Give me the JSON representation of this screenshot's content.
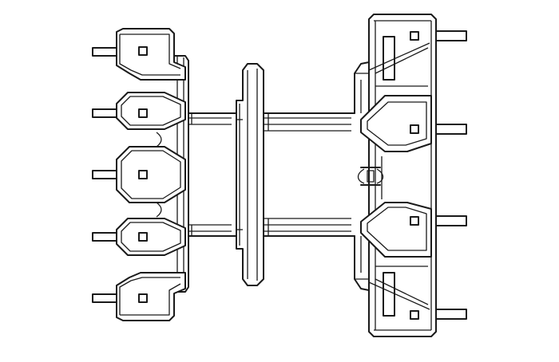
{
  "drawing": {
    "subject": "coil-former-bobbin-outline",
    "line_color": "#1a1a1a",
    "background": "#ffffff",
    "left_pin_count": 5,
    "right_pin_count": 4
  }
}
